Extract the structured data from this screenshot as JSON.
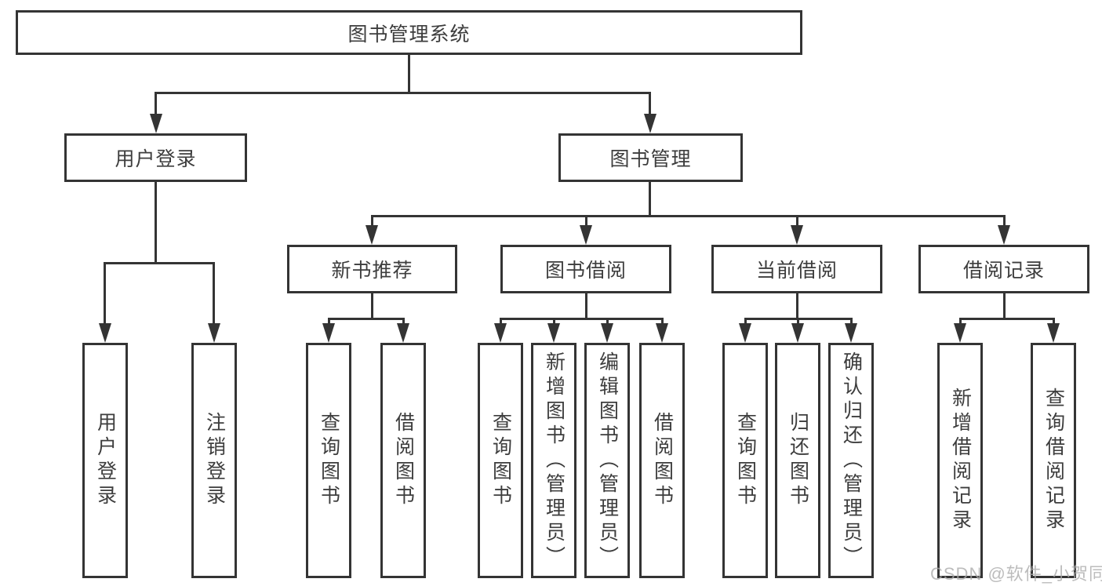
{
  "tree": {
    "root": {
      "label": "图书管理系统"
    },
    "branches": [
      {
        "label": "用户登录",
        "children": [
          {
            "label": "用户登录"
          },
          {
            "label": "注销登录"
          }
        ]
      },
      {
        "label": "图书管理",
        "children": [
          {
            "label": "新书推荐",
            "children": [
              {
                "label": "查询图书"
              },
              {
                "label": "借阅图书"
              }
            ]
          },
          {
            "label": "图书借阅",
            "children": [
              {
                "label": "查询图书"
              },
              {
                "label": "新增图书（管理员）"
              },
              {
                "label": "编辑图书（管理员）"
              },
              {
                "label": "借阅图书"
              }
            ]
          },
          {
            "label": "当前借阅",
            "children": [
              {
                "label": "查询图书"
              },
              {
                "label": "归还图书"
              },
              {
                "label": "确认归还（管理员）"
              }
            ]
          },
          {
            "label": "借阅记录",
            "children": [
              {
                "label": "新增借阅记录"
              },
              {
                "label": "查询借阅记录"
              }
            ]
          }
        ]
      }
    ]
  },
  "watermark": "CSDN @软件_小贺同学",
  "colors": {
    "line": "#343434",
    "text": "#3d3d3d",
    "watermark": "#aaaaaa",
    "background": "#ffffff"
  }
}
